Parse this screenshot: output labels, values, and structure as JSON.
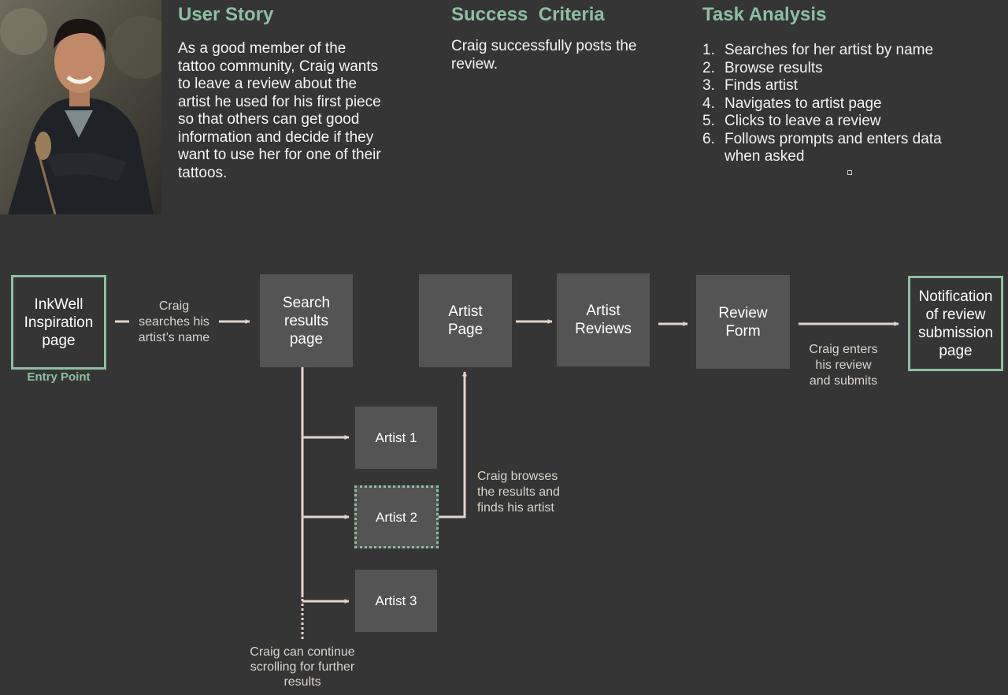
{
  "colors": {
    "background": "#353535",
    "accent": "#8cc0a0",
    "box": "#545454",
    "arrow": "#e2d6cc"
  },
  "persona": {
    "photo": "persona-photo"
  },
  "user_story": {
    "heading": "User Story",
    "text": "As a good member of the tattoo community, Craig wants to leave a review about the artist he used for his first piece so that others can get good information and decide if they want to use her for one of their tattoos."
  },
  "success_criteria": {
    "heading": "Success  Criteria",
    "text": "Craig successfully posts the review."
  },
  "task_analysis": {
    "heading": "Task Analysis",
    "items": [
      {
        "num": "1.",
        "text": "Searches for her artist by name"
      },
      {
        "num": "2.",
        "text": "Browse results"
      },
      {
        "num": "3.",
        "text": "Finds artist"
      },
      {
        "num": "4.",
        "text": "Navigates to artist page"
      },
      {
        "num": "5.",
        "text": "Clicks to leave a review"
      },
      {
        "num": "6.",
        "text": "Follows prompts and enters data when asked"
      }
    ]
  },
  "flow": {
    "entry_label": "Entry Point",
    "nodes": {
      "inkwell": "InkWell\nInspiration\npage",
      "search_results": "Search\nresults\npage",
      "artist_page": "Artist\nPage",
      "artist_reviews": "Artist\nReviews",
      "review_form": "Review\nForm",
      "notification": "Notification\nof review\nsubmission\npage",
      "artist_1": "Artist 1",
      "artist_2": "Artist 2",
      "artist_3": "Artist 3"
    },
    "annotations": {
      "search": "Craig\nsearches his\nartist’s name",
      "browse": "Craig browses\nthe results and\nfinds his artist",
      "enters": "Craig enters\nhis review\nand submits",
      "scroll": "Craig can continue\nscrolling for further\nresults"
    }
  }
}
